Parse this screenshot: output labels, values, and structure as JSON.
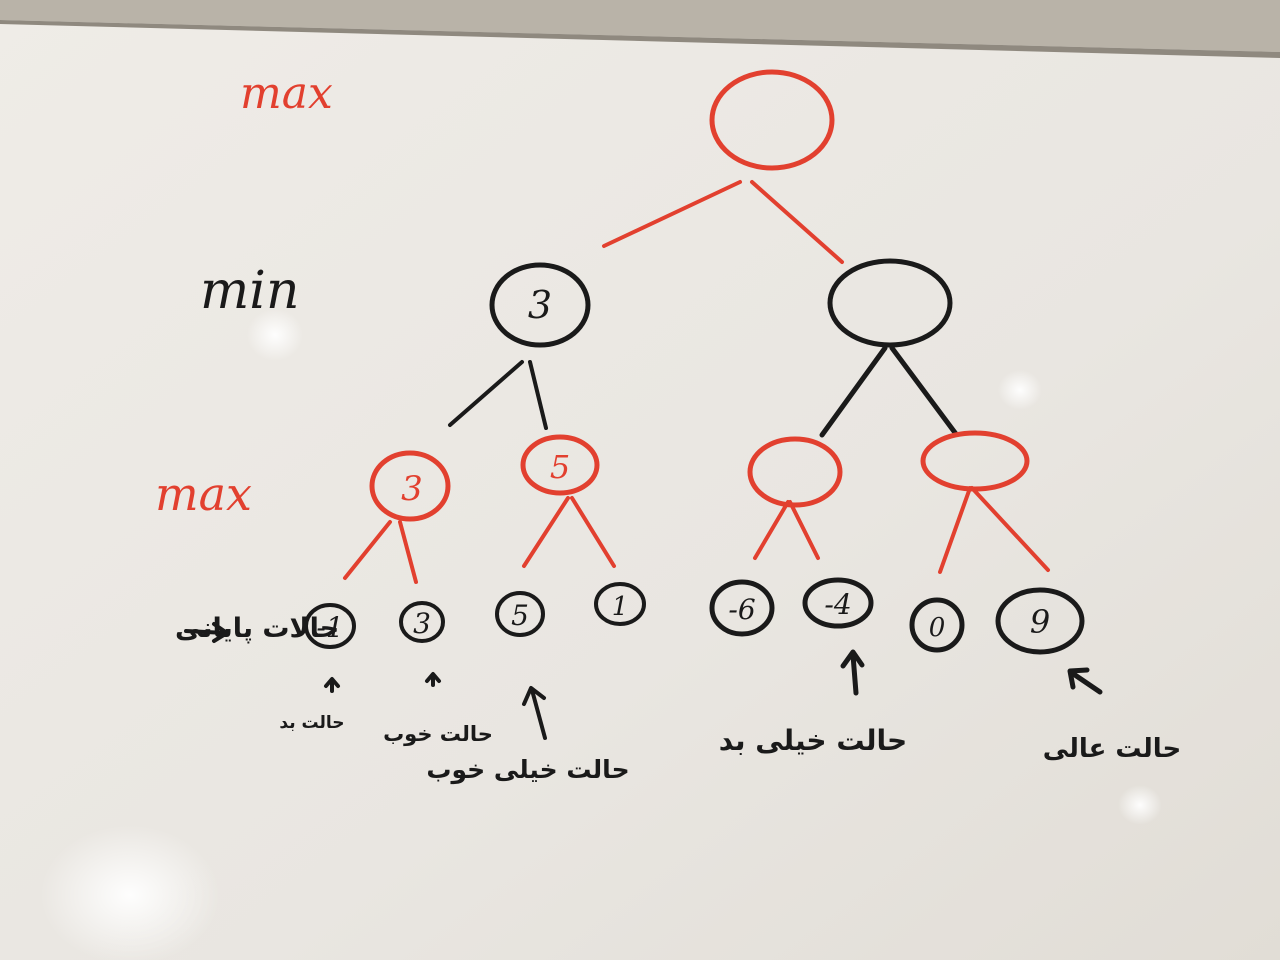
{
  "colors": {
    "board": "#ece9e4",
    "frame": "#b9b3a8",
    "max_ink": "#e2402f",
    "min_ink": "#1a1a1a"
  },
  "level_labels": {
    "root": "max",
    "level1": "min",
    "level2": "max"
  },
  "nodes": {
    "min_left": "3",
    "min_right": "",
    "max_1": "3",
    "max_2": "5",
    "max_3": "",
    "max_4": ""
  },
  "leaves": [
    "-1",
    "3",
    "5",
    "1",
    "-6",
    "-4",
    "0",
    "9"
  ],
  "terminal_label": "حالات پایانی",
  "annotations": {
    "bad": "حالت بد",
    "good": "حالت خوب",
    "very_good": "حالت خیلی خوب",
    "very_bad": "حالت خیلی بد",
    "excellent": "حالت عالی"
  }
}
